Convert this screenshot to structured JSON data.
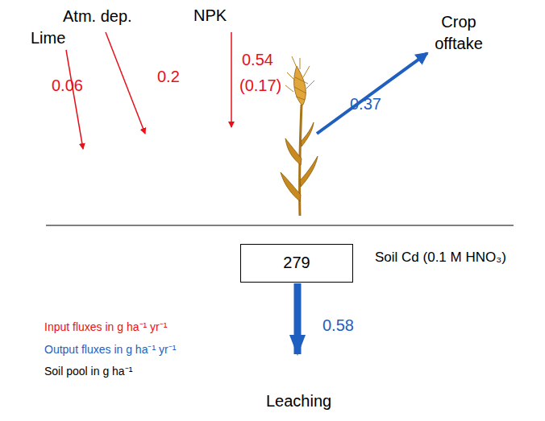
{
  "diagram": {
    "nodes": [
      {
        "text": [
          "279",
          "Soil Cd (0.1 M HNO₃)"
        ]
      }
    ],
    "labels": [
      "Lime",
      "Atm. dep.",
      "NPK",
      "Crop offtake",
      "Leaching",
      "0.06",
      "0.2",
      "0.54",
      "(0.17)",
      "0.37",
      "0.58",
      "Input fluxes in g ha⁻¹ yr⁻¹",
      "Output fluxes in g ha⁻¹ yr⁻¹",
      "Soil pool in g ha⁻¹"
    ]
  }
}
